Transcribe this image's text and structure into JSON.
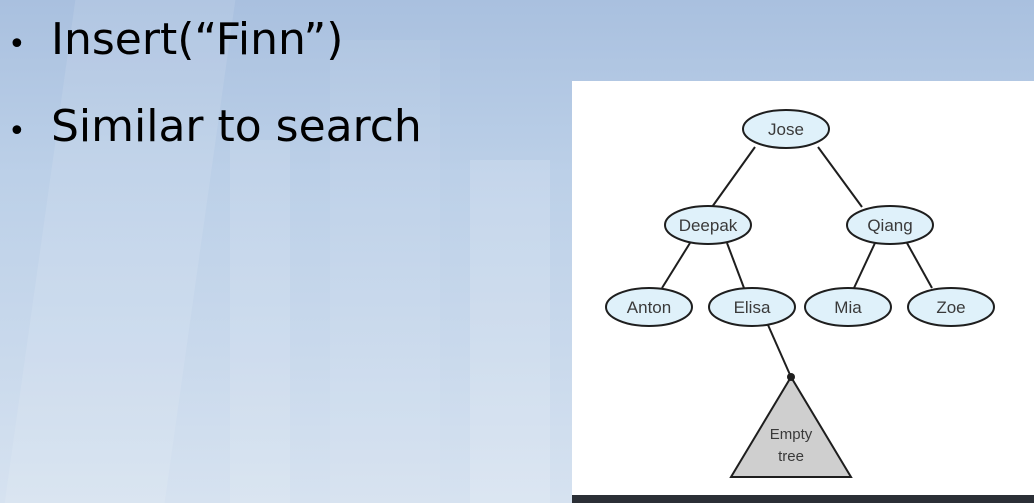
{
  "bullets": [
    {
      "text": "Insert(“Finn”)"
    },
    {
      "text": "Similar to search"
    }
  ],
  "tree": {
    "nodes": {
      "root": "Jose",
      "left": "Deepak",
      "right": "Qiang",
      "left_left": "Anton",
      "left_right": "Elisa",
      "right_left": "Mia",
      "right_right": "Zoe"
    },
    "empty_tree": {
      "line1": "Empty",
      "line2": "tree"
    }
  },
  "colors": {
    "node_fill": "#dff1fa",
    "node_stroke": "#1e1e1e",
    "empty_tree_fill": "#cfcfcf"
  }
}
